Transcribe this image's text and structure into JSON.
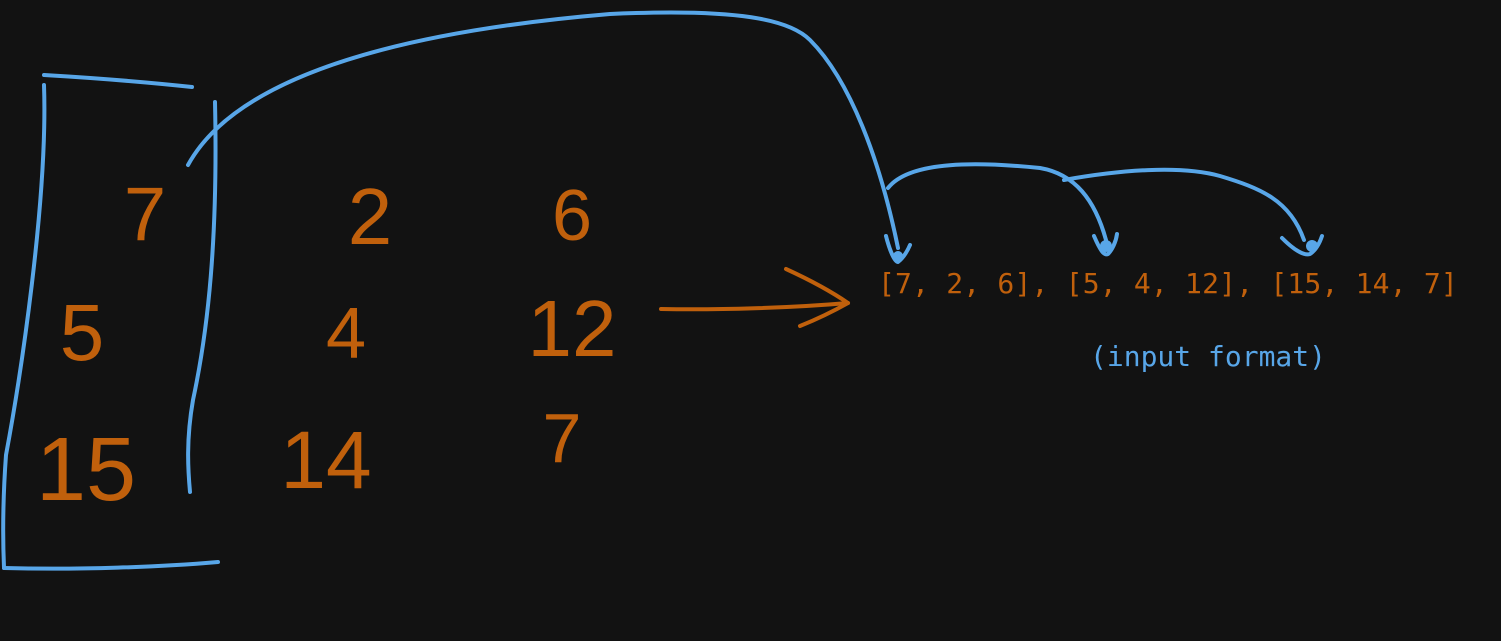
{
  "colors": {
    "background": "#121212",
    "ink_orange": "#c0600c",
    "ink_blue": "#58a6e8"
  },
  "matrix": {
    "rows": [
      [
        "7",
        "2",
        "6"
      ],
      [
        "5",
        "4",
        "12"
      ],
      [
        "15",
        "14",
        "7"
      ]
    ]
  },
  "input_format": {
    "text": "[7, 2, 6], [5, 4, 12], [15, 14, 7]",
    "caption": "(input format)"
  }
}
